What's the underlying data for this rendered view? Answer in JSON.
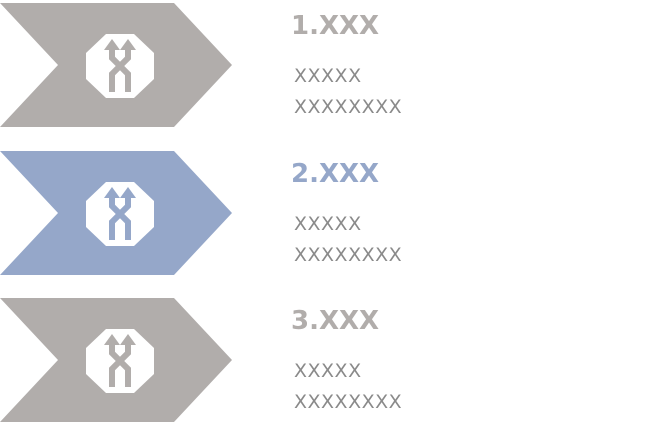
{
  "steps": [
    {
      "title": "1.XXX",
      "lines": [
        "XXXXX",
        "XXXXXXXX"
      ],
      "color": "#b1adab",
      "icon": "merge-arrows-octagon-icon"
    },
    {
      "title": "2.XXX",
      "lines": [
        "XXXXX",
        "XXXXXXXX"
      ],
      "color": "#95a7c9",
      "icon": "merge-arrows-octagon-icon"
    },
    {
      "title": "3.XXX",
      "lines": [
        "XXXXX",
        "XXXXXXXX"
      ],
      "color": "#b1adab",
      "icon": "merge-arrows-octagon-icon"
    }
  ]
}
